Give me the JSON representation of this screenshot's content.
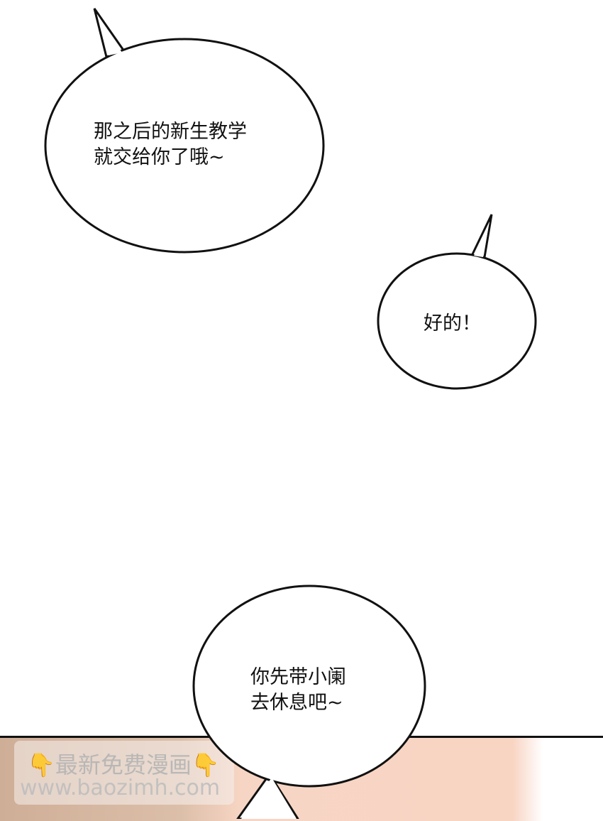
{
  "bubbles": [
    {
      "lines": "那之后的新生教学\n就交给你了哦~"
    },
    {
      "lines": "好的！"
    },
    {
      "lines": "你先带小阑\n去休息吧~"
    }
  ],
  "watermark": {
    "line1": "👇最新免费漫画👇",
    "line2": "www.baozimh.com"
  },
  "colors": {
    "skin": "#f8d4c3",
    "outline": "#111111"
  }
}
